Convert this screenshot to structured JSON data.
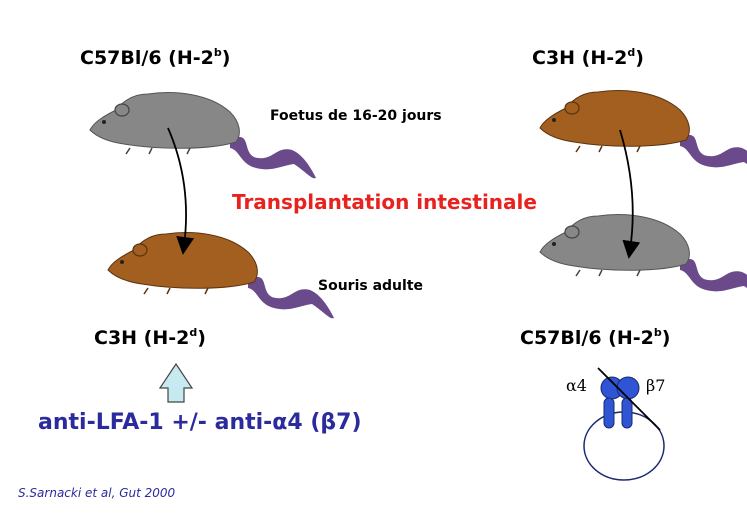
{
  "top_left_strain": {
    "name": "C57Bl/6 (H-2",
    "sup": "b",
    "close": ")"
  },
  "top_right_strain": {
    "name": "C3H (H-2",
    "sup": "d",
    "close": ")"
  },
  "bottom_left_strain": {
    "name": "C3H (H-2",
    "sup": "d",
    "close": ")"
  },
  "bottom_right_strain": {
    "name": "C57Bl/6 (H-2",
    "sup": "b",
    "close": ")"
  },
  "donor_label": "Foetus de 16-20 jours",
  "recipient_label": "Souris adulte",
  "procedure": "Transplantation intestinale",
  "treatment": "anti-LFA-1 +/- anti-α4 (β7)",
  "integrin": {
    "alpha": "α4",
    "beta": "β7"
  },
  "citation": "S.Sarnacki et al, Gut 2000",
  "colors": {
    "gray_mouse": "#878787",
    "brown_mouse": "#a35f1f",
    "tail": "#6a4a8a",
    "procedure_text": "#e8231f",
    "treatment_text": "#2b2b9e",
    "up_arrow_fill": "#c6eaf0",
    "integrin_fill": "#2f55d4"
  },
  "icons": [
    "gray-mouse-icon",
    "brown-mouse-icon",
    "down-arrow-icon",
    "up-arrow-icon",
    "integrin-cell-icon"
  ]
}
